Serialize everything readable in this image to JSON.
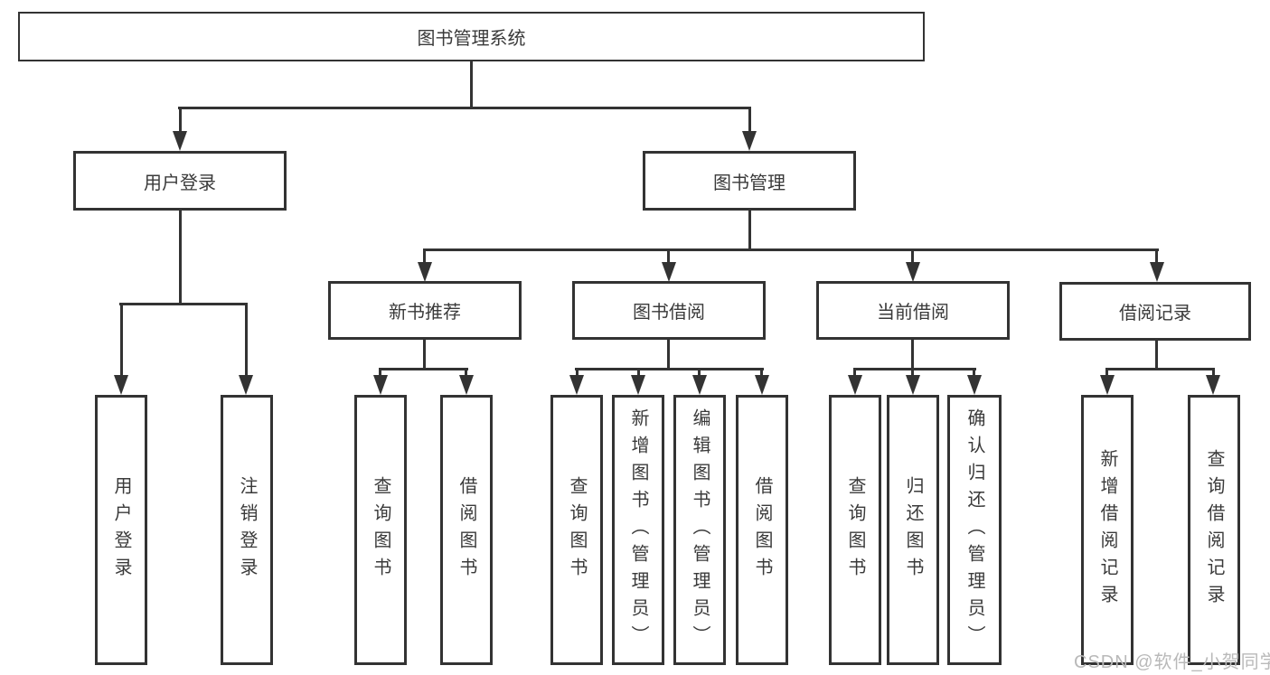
{
  "diagram": {
    "kind": "function-structure-tree"
  },
  "tree": {
    "root": {
      "label": "图书管理系统"
    },
    "level2": [
      {
        "label": "用户登录"
      },
      {
        "label": "图书管理"
      }
    ],
    "level3": [
      {
        "label": "新书推荐",
        "parent": "图书管理"
      },
      {
        "label": "图书借阅",
        "parent": "图书管理"
      },
      {
        "label": "当前借阅",
        "parent": "图书管理"
      },
      {
        "label": "借阅记录",
        "parent": "图书管理"
      }
    ],
    "leaves": [
      {
        "label": "用户登录",
        "parent": "用户登录"
      },
      {
        "label": "注销登录",
        "parent": "用户登录"
      },
      {
        "label": "查询图书",
        "parent": "新书推荐"
      },
      {
        "label": "借阅图书",
        "parent": "新书推荐"
      },
      {
        "label": "查询图书",
        "parent": "图书借阅"
      },
      {
        "label": "新增图书（管理员）",
        "parent": "图书借阅"
      },
      {
        "label": "编辑图书（管理员）",
        "parent": "图书借阅"
      },
      {
        "label": "借阅图书",
        "parent": "图书借阅"
      },
      {
        "label": "查询图书",
        "parent": "当前借阅"
      },
      {
        "label": "归还图书",
        "parent": "当前借阅"
      },
      {
        "label": "确认归还（管理员）",
        "parent": "当前借阅"
      },
      {
        "label": "新增借阅记录",
        "parent": "借阅记录"
      },
      {
        "label": "查询借阅记录",
        "parent": "借阅记录"
      }
    ]
  },
  "watermark": {
    "text": "CSDN @软件_小贺同学",
    "color": "#b9b9b9"
  },
  "colors": {
    "line": "#333333",
    "text": "#3a3a3a",
    "box_background": "#ffffff",
    "page_background": "#ffffff"
  }
}
